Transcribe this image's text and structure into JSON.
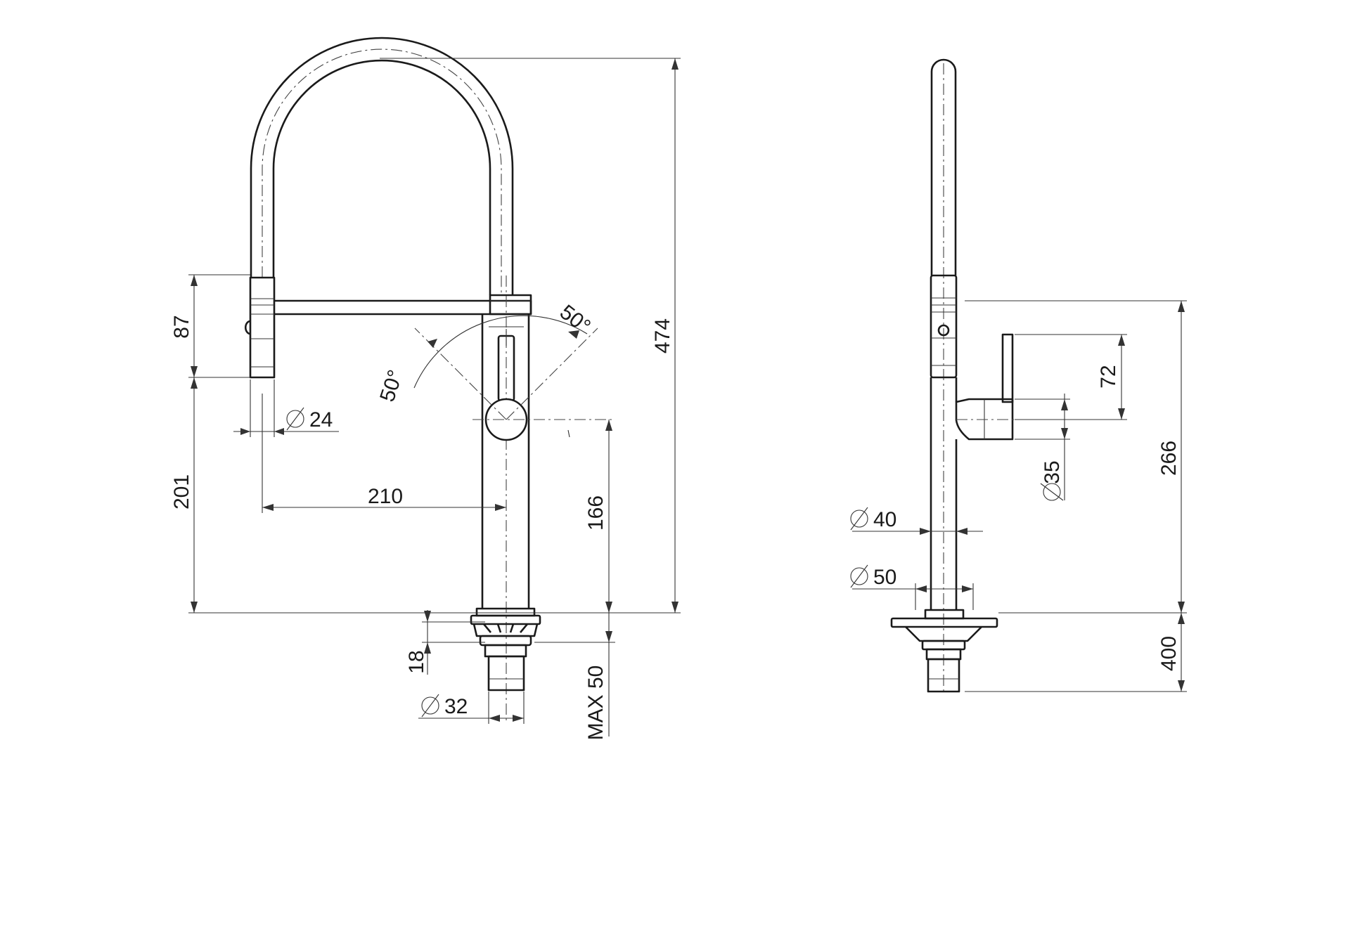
{
  "front_view": {
    "dim_height_total": "474",
    "dim_spray_head": "87",
    "dim_head_to_deck": "201",
    "dim_spray_diameter": "24",
    "dim_reach": "210",
    "dim_handle_height": "166",
    "dim_lever_angle_left": "50°",
    "dim_lever_angle_right": "50°",
    "dim_shank_diameter": "32",
    "dim_flange": "18",
    "dim_max_deck": "MAX 50"
  },
  "side_view": {
    "dim_lever_length": "72",
    "dim_lever_diameter": "35",
    "dim_body_height": "266",
    "dim_body_diameter": "40",
    "dim_base_diameter": "50",
    "dim_hose_length": "400"
  },
  "colors": {
    "line": "#1a1a1a",
    "background": "#ffffff"
  }
}
